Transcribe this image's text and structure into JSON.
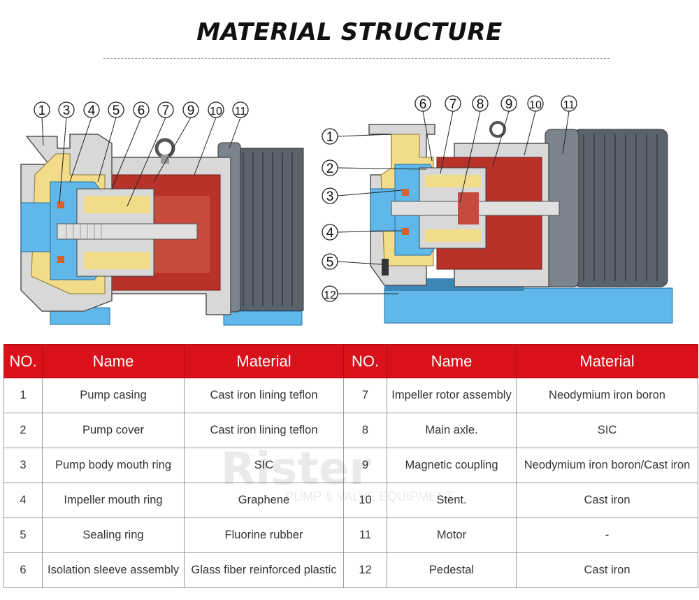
{
  "title": "MATERIAL STRUCTURE",
  "left_diagram": {
    "callouts": [
      "1",
      "3",
      "4",
      "5",
      "6",
      "7",
      "9",
      "10",
      "11"
    ]
  },
  "right_diagram": {
    "top_callouts": [
      "6",
      "7",
      "8",
      "9",
      "10",
      "11"
    ],
    "side_callouts": [
      "1",
      "2",
      "3",
      "4",
      "5",
      "12"
    ]
  },
  "watermark": {
    "brand": "Rister",
    "tagline": "PUMP & VALVE EQUIPMENT"
  },
  "table": {
    "headers": [
      "NO.",
      "Name",
      "Material",
      "NO.",
      "Name",
      "Material"
    ],
    "rows": [
      [
        "1",
        "Pump casing",
        "Cast iron lining teflon",
        "7",
        "Impeller rotor assembly",
        "Neodymium iron boron"
      ],
      [
        "2",
        "Pump cover",
        "Cast iron lining teflon",
        "8",
        "Main axle.",
        "SIC"
      ],
      [
        "3",
        "Pump body mouth ring",
        "SIC",
        "9",
        "Magnetic coupling",
        "Neodymium iron boron/Cast iron"
      ],
      [
        "4",
        "Impeller mouth ring",
        "Graphene",
        "10",
        "Stent.",
        "Cast iron"
      ],
      [
        "5",
        "Sealing ring",
        "Fluorine rubber",
        "11",
        "Motor",
        "-"
      ],
      [
        "6",
        "Isolation sleeve assembly",
        "Glass fiber reinforced plastic",
        "12",
        "Pedestal",
        "Cast iron"
      ]
    ]
  },
  "colors": {
    "header_red": "#d9111a",
    "pump_red": "#b8322a",
    "body_blue": "#5fb7ea",
    "casing_gray": "#d8d8d8",
    "motor_gray": "#5a636b",
    "liner_yellow": "#f2dc8a"
  }
}
